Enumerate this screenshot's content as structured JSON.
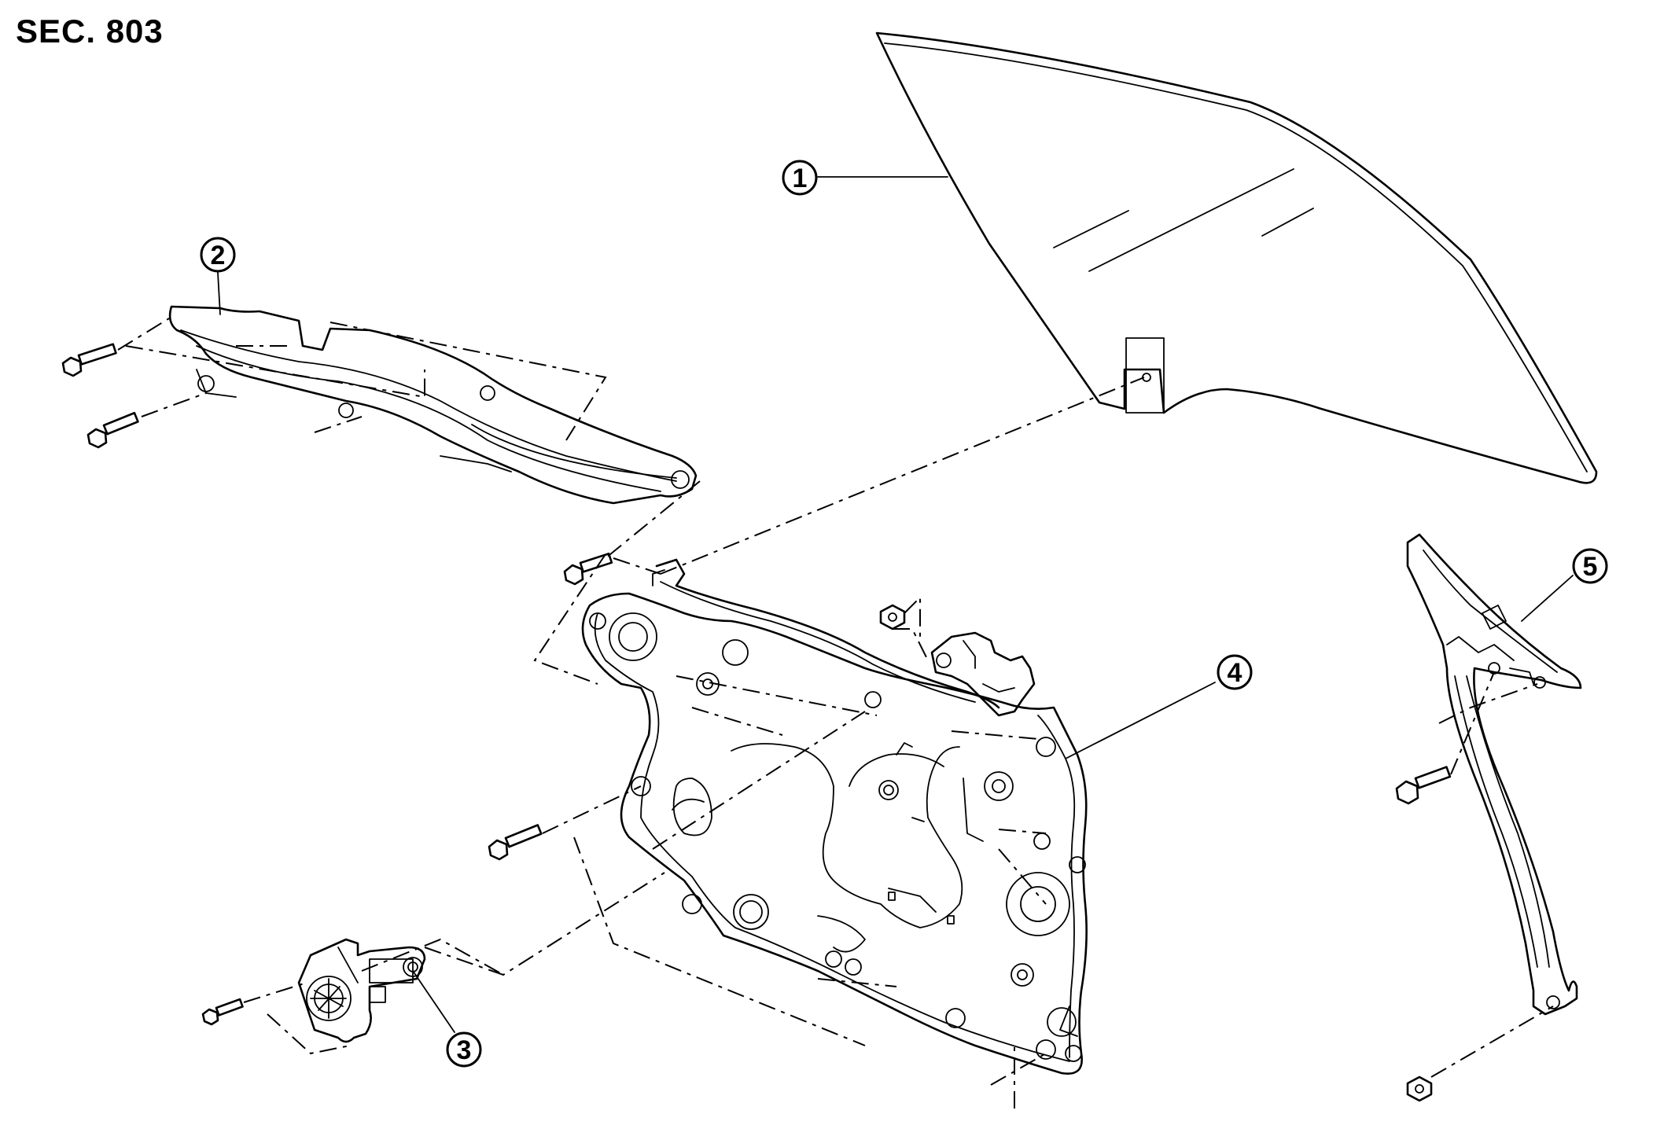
{
  "header": {
    "section_code": "SEC. 803"
  },
  "callouts": [
    {
      "id": 1,
      "label": "1"
    },
    {
      "id": 2,
      "label": "2"
    },
    {
      "id": 3,
      "label": "3"
    },
    {
      "id": 4,
      "label": "4"
    },
    {
      "id": 5,
      "label": "5"
    }
  ]
}
